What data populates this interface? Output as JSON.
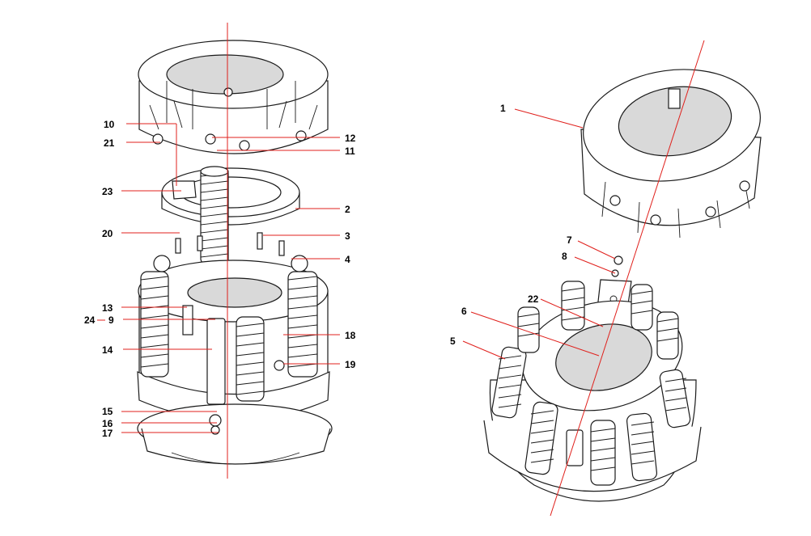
{
  "callouts": {
    "c1": "1",
    "c2": "2",
    "c3": "3",
    "c4": "4",
    "c5": "5",
    "c6": "6",
    "c7": "7",
    "c8": "8",
    "c9": "9",
    "c10": "10",
    "c11": "11",
    "c12": "12",
    "c13": "13",
    "c14": "14",
    "c15": "15",
    "c16": "16",
    "c17": "17",
    "c18": "18",
    "c19": "19",
    "c20": "20",
    "c21": "21",
    "c22": "22",
    "c23": "23",
    "c24": "24"
  },
  "colors": {
    "leader": "#e0201c",
    "outline": "#1a1a1a",
    "background": "#ffffff"
  }
}
